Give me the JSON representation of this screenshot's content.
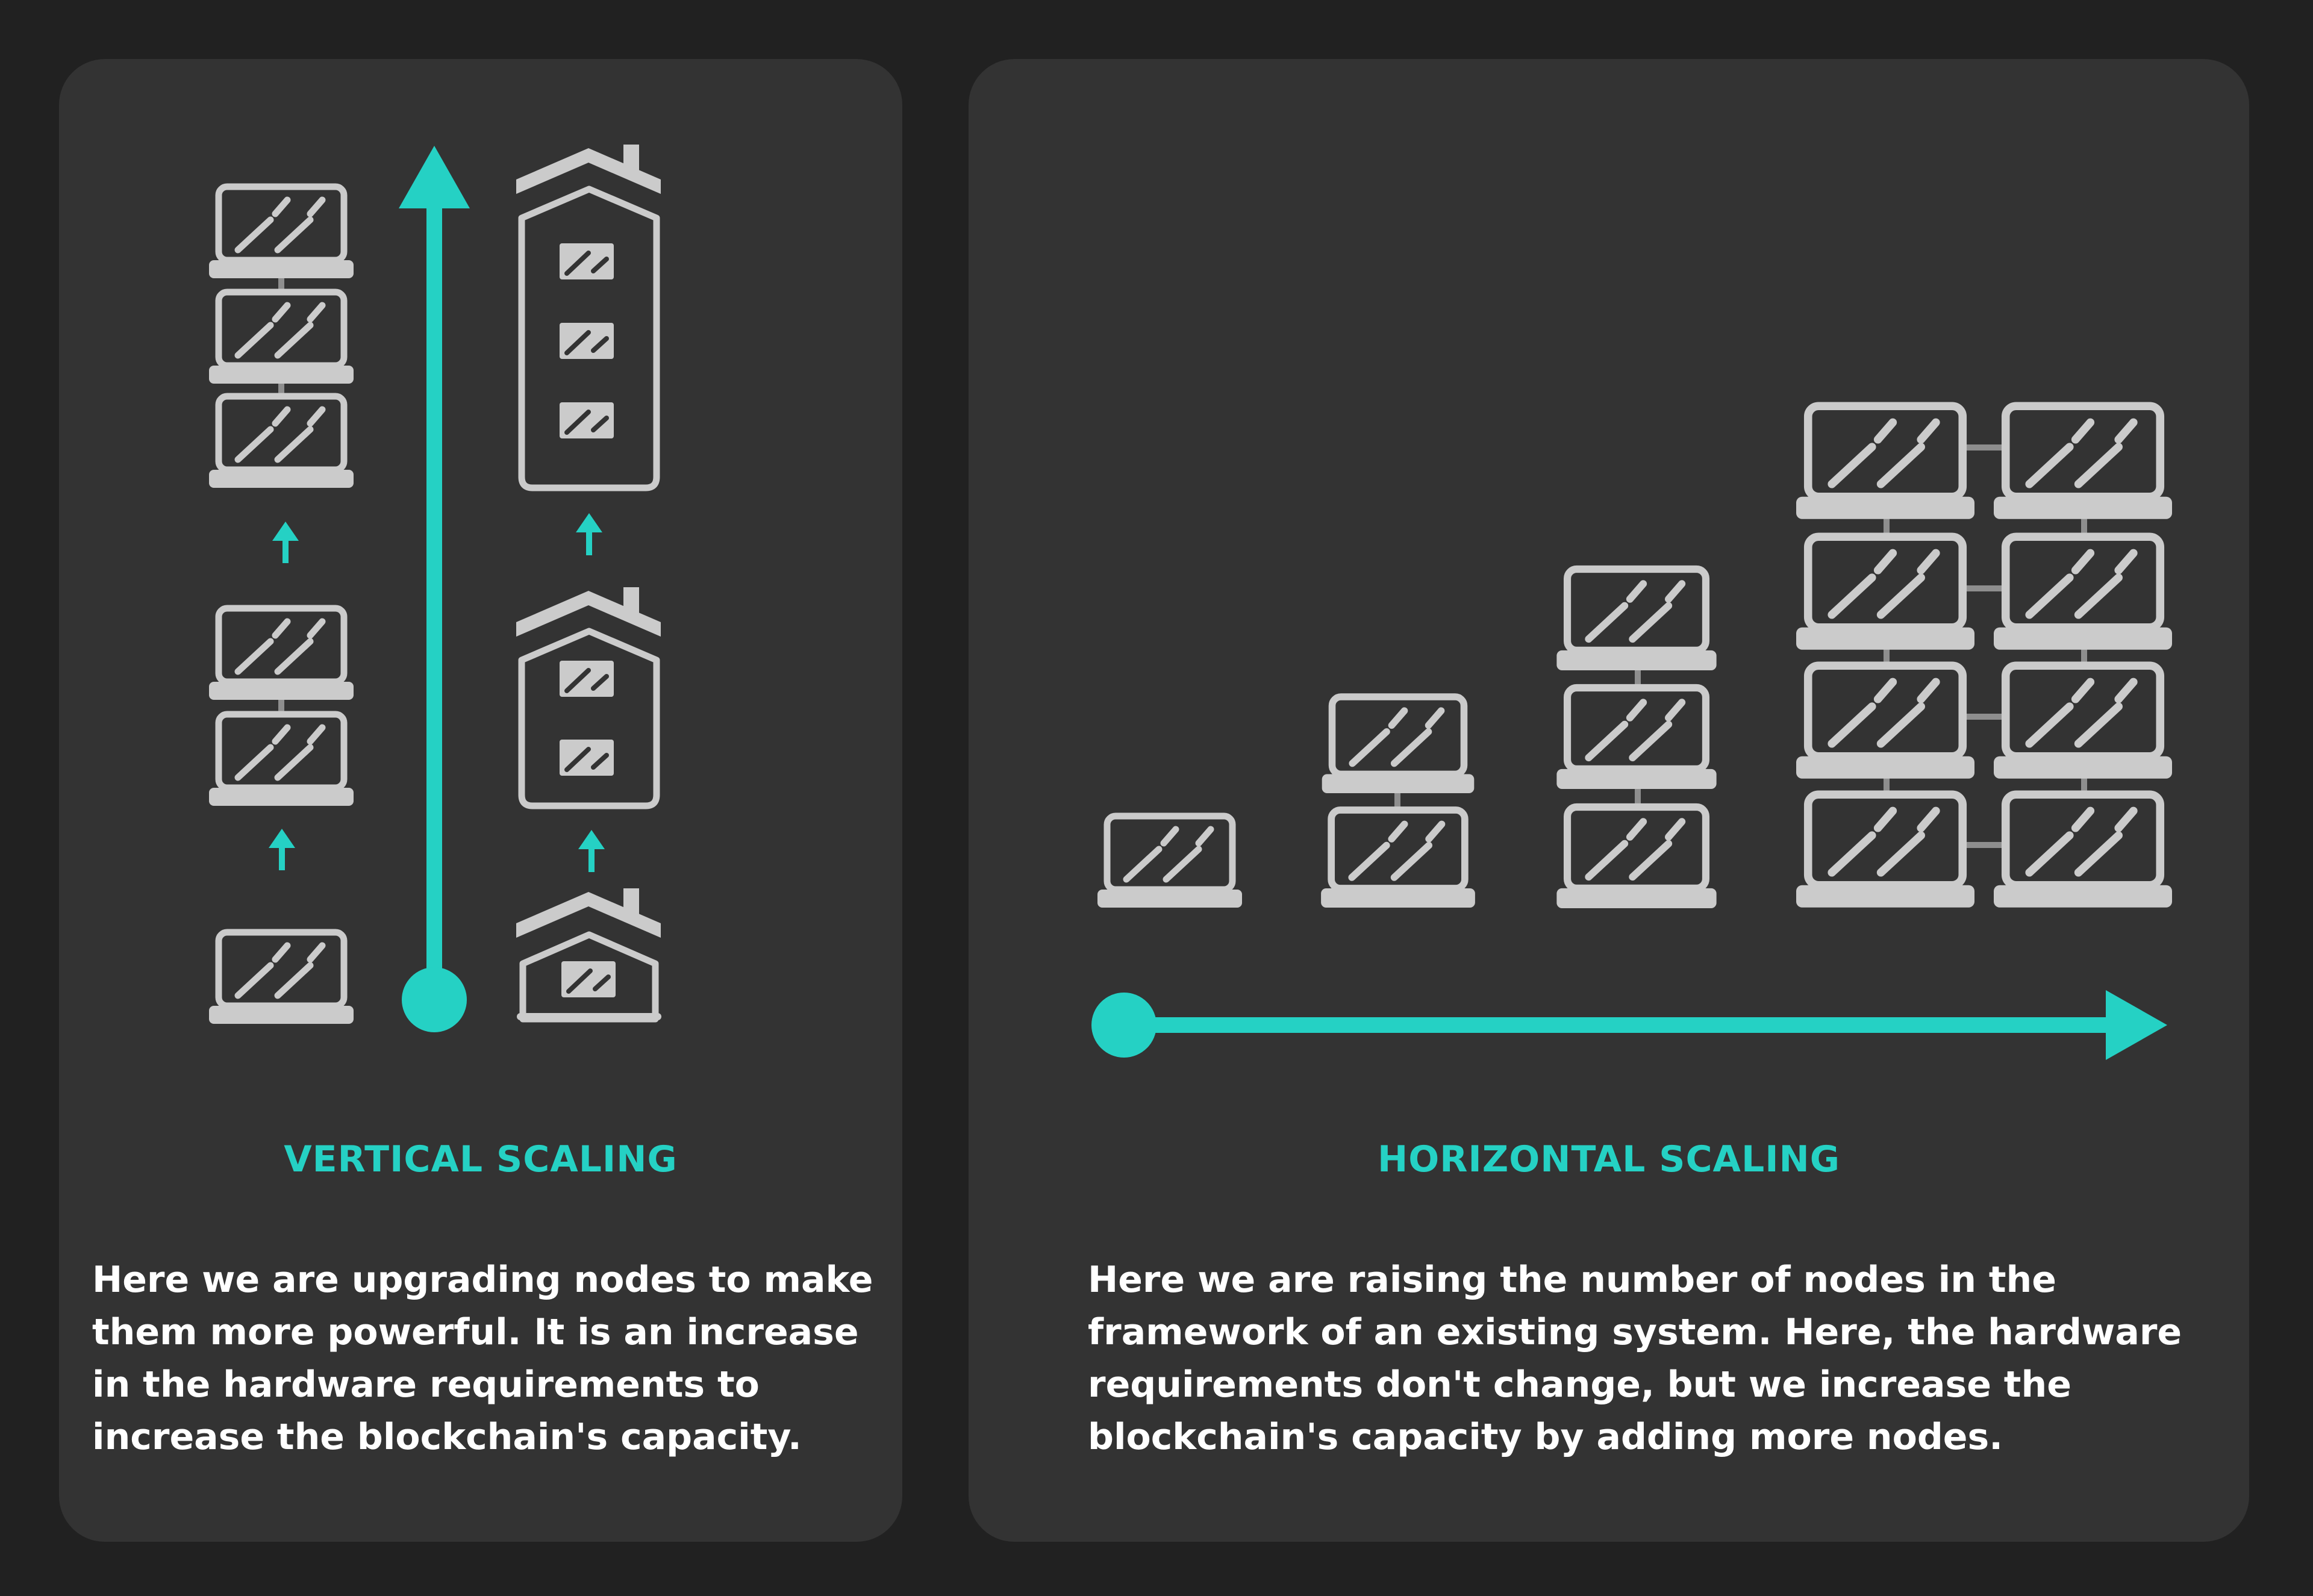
{
  "vertical": {
    "title": "VERTICAL SCALING",
    "description": "Here we are upgrading nodes to make\nthem more powerful. It is an increase\nin the hardware requirements to\nincrease the blockchain's capacity."
  },
  "horizontal": {
    "title": "HORIZONTAL SCALING",
    "description": "Here we are raising the number of nodes in the\nframework of an existing system. Here, the hardware\nrequirements don't change, but we increase the\nblockchain's capacity by adding more nodes."
  },
  "colors": {
    "background": "#212121",
    "panel": "#333333",
    "accent": "#25d1c4",
    "icon": "#cbcbcb",
    "connector": "#8e8e8e",
    "text": "#ffffff"
  },
  "icons": {
    "node": "laptop-icon",
    "building": "house-building-icon"
  }
}
